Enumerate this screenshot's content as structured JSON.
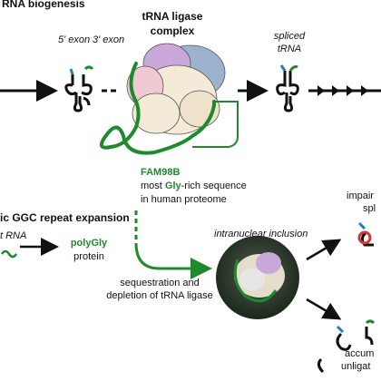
{
  "colors": {
    "green": "#1f8a2b",
    "blue": "#1e7fc4",
    "black": "#111111",
    "lilac": "#c9a7d8",
    "blue_gray": "#9db2cf",
    "pink": "#f0c9d3",
    "cream": "#f3ead7",
    "dark_circle": "#243524"
  },
  "headers": {
    "top": "RNA biogenesis",
    "bottom": "ic GGC repeat expansion"
  },
  "labels": {
    "exon5": "5' exon",
    "exon3": "3' exon",
    "ligase": "tRNA ligase",
    "ligase2": "complex",
    "spliced1": "spliced",
    "spliced2": "tRNA",
    "fam98b": "FAM98B",
    "gly_prefix": "most ",
    "gly": "Gly",
    "gly_suffix": "-rich sequence",
    "proteome": "in human proteome",
    "intranuclear": "intranuclear inclusion",
    "rna_fragment": "t RNA",
    "polygly": "polyGly",
    "protein": "protein",
    "seq1": "sequestration and",
    "seq2": "depletion of tRNA ligase",
    "impair1": "impair",
    "impair2": "spl",
    "accum1": "accum",
    "accum2": "unligat"
  },
  "icons": [
    "trna-cloverleaf-icon",
    "arrow-right-icon",
    "protein-structure-icon",
    "nuclear-inclusion-icon"
  ]
}
